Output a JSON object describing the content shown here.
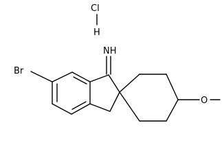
{
  "molecule": {
    "atoms": {
      "cl": "Cl",
      "h": "H",
      "imine": "NH",
      "bromine": "Br",
      "oxygen": "O"
    }
  }
}
